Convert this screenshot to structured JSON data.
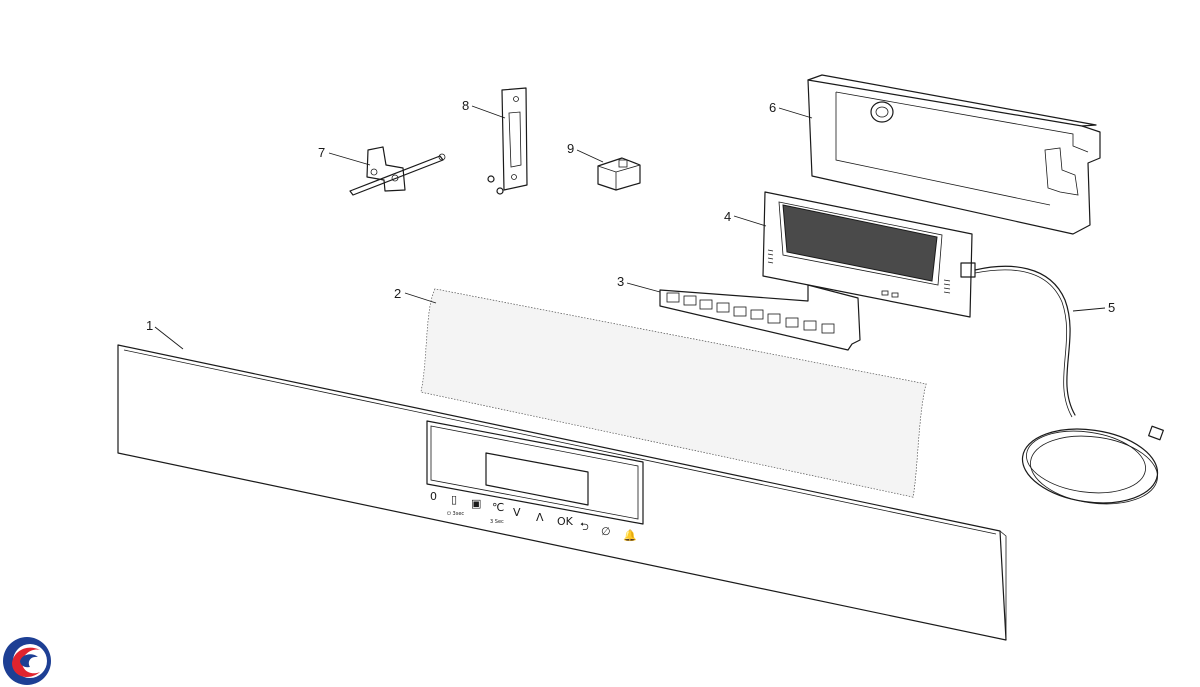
{
  "diagram": {
    "callouts": [
      "1",
      "2",
      "3",
      "4",
      "5",
      "6",
      "7",
      "8",
      "9"
    ],
    "panel_buttons": [
      "0",
      "▯",
      "▣",
      "℃",
      "V",
      "Λ",
      "OK",
      "⮌",
      "∅",
      "🔔"
    ],
    "panel_sublabels": [
      "⏻ 3sec",
      "3 Sec"
    ],
    "logo_icon": "brand-logo-icon",
    "colors": {
      "line": "#1a1a1a",
      "display": "#4a4a4a",
      "logo_blue": "#1d3f94",
      "logo_red": "#e0242f"
    }
  }
}
